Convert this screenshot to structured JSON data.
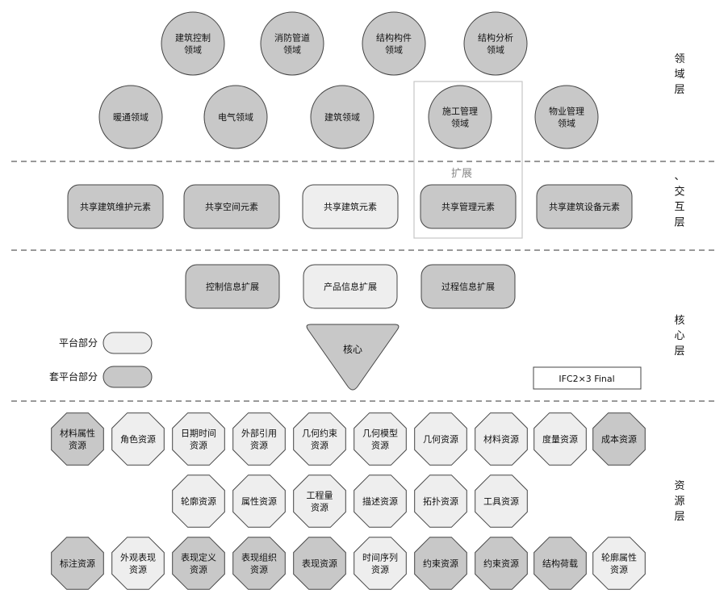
{
  "colors": {
    "dark": "#c8c8c8",
    "light": "#eeeeee",
    "stroke": "#444444"
  },
  "layers": {
    "domain": [
      "领",
      "域",
      "层"
    ],
    "interop": [
      "、",
      "交",
      "互",
      "层"
    ],
    "core": [
      "核",
      "心",
      "层"
    ],
    "resource": [
      "资",
      "源",
      "层"
    ]
  },
  "extension": {
    "label": "扩展"
  },
  "domain_nodes": [
    {
      "lines": [
        "建筑控制",
        "领域"
      ]
    },
    {
      "lines": [
        "消防管道",
        "领域"
      ]
    },
    {
      "lines": [
        "结构构件",
        "领域"
      ]
    },
    {
      "lines": [
        "结构分析",
        "领域"
      ]
    },
    {
      "lines": [
        "暖通领域"
      ]
    },
    {
      "lines": [
        "电气领域"
      ]
    },
    {
      "lines": [
        "建筑领域"
      ]
    },
    {
      "lines": [
        "施工管理",
        "领域"
      ]
    },
    {
      "lines": [
        "物业管理",
        "领域"
      ]
    }
  ],
  "interop_nodes": [
    {
      "label": "共享建筑维护元素",
      "shade": "dark"
    },
    {
      "label": "共享空间元素",
      "shade": "dark"
    },
    {
      "label": "共享建筑元素",
      "shade": "light"
    },
    {
      "label": "共享管理元素",
      "shade": "dark"
    },
    {
      "label": "共享建筑设备元素",
      "shade": "dark"
    }
  ],
  "core_nodes": [
    {
      "label": "控制信息扩展",
      "shade": "dark"
    },
    {
      "label": "产品信息扩展",
      "shade": "light"
    },
    {
      "label": "过程信息扩展",
      "shade": "dark"
    }
  ],
  "kernel": {
    "label": "核心"
  },
  "legend": [
    {
      "label": "平台部分",
      "shade": "light"
    },
    {
      "label": "套平台部分",
      "shade": "dark"
    }
  ],
  "version_box": {
    "label": "IFC2×3 Final"
  },
  "resource_rows": [
    [
      {
        "lines": [
          "材料属性",
          "资源"
        ],
        "shade": "dark"
      },
      {
        "lines": [
          "角色资源"
        ],
        "shade": "light"
      },
      {
        "lines": [
          "日期时间",
          "资源"
        ],
        "shade": "light"
      },
      {
        "lines": [
          "外部引用",
          "资源"
        ],
        "shade": "light"
      },
      {
        "lines": [
          "几何约束",
          "资源"
        ],
        "shade": "light"
      },
      {
        "lines": [
          "几何模型",
          "资源"
        ],
        "shade": "light"
      },
      {
        "lines": [
          "几何资源"
        ],
        "shade": "light"
      },
      {
        "lines": [
          "材料资源"
        ],
        "shade": "light"
      },
      {
        "lines": [
          "度量资源"
        ],
        "shade": "light"
      },
      {
        "lines": [
          "成本资源"
        ],
        "shade": "dark"
      }
    ],
    [
      {
        "lines": [
          "轮廓资源"
        ],
        "shade": "light"
      },
      {
        "lines": [
          "属性资源"
        ],
        "shade": "light"
      },
      {
        "lines": [
          "工程量",
          "资源"
        ],
        "shade": "light"
      },
      {
        "lines": [
          "描述资源"
        ],
        "shade": "light"
      },
      {
        "lines": [
          "拓扑资源"
        ],
        "shade": "light"
      },
      {
        "lines": [
          "工具资源"
        ],
        "shade": "light"
      }
    ],
    [
      {
        "lines": [
          "标注资源"
        ],
        "shade": "dark"
      },
      {
        "lines": [
          "外观表现",
          "资源"
        ],
        "shade": "light"
      },
      {
        "lines": [
          "表现定义",
          "资源"
        ],
        "shade": "dark"
      },
      {
        "lines": [
          "表现组织",
          "资源"
        ],
        "shade": "dark"
      },
      {
        "lines": [
          "表现资源"
        ],
        "shade": "dark"
      },
      {
        "lines": [
          "时间序列",
          "资源"
        ],
        "shade": "light"
      },
      {
        "lines": [
          "约束资源"
        ],
        "shade": "dark"
      },
      {
        "lines": [
          "约束资源"
        ],
        "shade": "dark"
      },
      {
        "lines": [
          "结构荷载"
        ],
        "shade": "dark"
      },
      {
        "lines": [
          "轮廓属性",
          "资源"
        ],
        "shade": "light"
      }
    ]
  ]
}
